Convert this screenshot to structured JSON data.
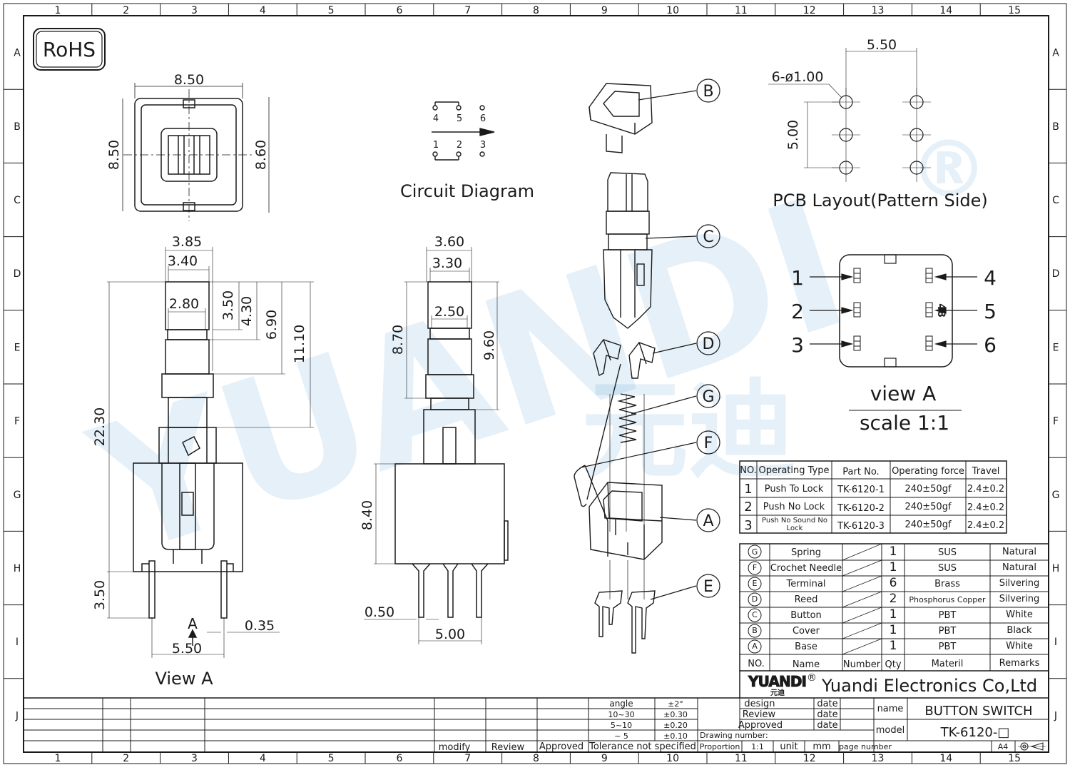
{
  "zones": {
    "columns": [
      "1",
      "2",
      "3",
      "4",
      "5",
      "6",
      "7",
      "8",
      "9",
      "10",
      "11",
      "12",
      "13",
      "14",
      "15"
    ],
    "rows": [
      "A",
      "B",
      "C",
      "D",
      "E",
      "F",
      "G",
      "H",
      "I",
      "J"
    ]
  },
  "rohs": "RoHS",
  "watermark": {
    "latin": "YUANDI",
    "cjk": "元迪",
    "reg": "®"
  },
  "top_view": {
    "width": "8.50",
    "height_left": "8.50",
    "height_right": "8.60"
  },
  "circuit": {
    "title": "Circuit Diagram",
    "pins_top": [
      "4",
      "5",
      "6"
    ],
    "pins_bottom": [
      "1",
      "2",
      "3"
    ]
  },
  "pcb": {
    "title": "PCB Layout(Pattern  Side)",
    "pitch_x": "5.50",
    "pitch_y": "5.00",
    "holes": "6-ø1.00",
    "pins_left": [
      "1",
      "2",
      "3"
    ],
    "pins_right": [
      "4",
      "5",
      "6"
    ],
    "mark": "48",
    "view_label": "view  A",
    "scale_label": "scale  1:1"
  },
  "front_view": {
    "dims": [
      "3.85",
      "3.40",
      "2.80",
      "3.50",
      "4.30",
      "6.90",
      "11.10",
      "22.30",
      "3.50",
      "5.50",
      "0.35"
    ],
    "view_arrow": "A",
    "label": "View  A"
  },
  "side_view": {
    "dims": [
      "3.60",
      "3.30",
      "2.50",
      "8.70",
      "9.60",
      "8.40",
      "0.50",
      "5.00"
    ]
  },
  "callouts": [
    "B",
    "C",
    "D",
    "G",
    "F",
    "A",
    "E"
  ],
  "spec_table": {
    "headers": [
      "NO.",
      "Operating Type",
      "Part No.",
      "Operating force",
      "Travel"
    ],
    "rows": [
      [
        "1",
        "Push To Lock",
        "TK-6120-1",
        "240±50gf",
        "2.4±0.2"
      ],
      [
        "2",
        "Push No Lock",
        "TK-6120-2",
        "240±50gf",
        "2.4±0.2"
      ],
      [
        "3",
        "Push No Sound No Lock",
        "TK-6120-3",
        "240±50gf",
        "2.4±0.2"
      ]
    ]
  },
  "bom": {
    "rows": [
      [
        "G",
        "Spring",
        "1",
        "SUS",
        "Natural"
      ],
      [
        "F",
        "Crochet Needle",
        "1",
        "SUS",
        "Natural"
      ],
      [
        "E",
        "Terminal",
        "6",
        "Brass",
        "Silvering"
      ],
      [
        "D",
        "Reed",
        "2",
        "Phosphorus Copper",
        "Silvering"
      ],
      [
        "C",
        "Button",
        "1",
        "PBT",
        "White"
      ],
      [
        "B",
        "Cover",
        "1",
        "PBT",
        "Black"
      ],
      [
        "A",
        "Base",
        "1",
        "PBT",
        "White"
      ]
    ],
    "headers": [
      "NO.",
      "Name",
      "Number",
      "Qty",
      "Materil",
      "Remarks"
    ]
  },
  "title_block": {
    "company": "Yuandi Electronics Co,Ltd",
    "logo": "YUANDI",
    "logo_cjk": "元迪",
    "logo_reg": "®",
    "design": "design",
    "review": "Review",
    "approved": "Approved",
    "date": "date",
    "name_label": "name",
    "name_value": "BUTTON  SWITCH",
    "model_label": "model",
    "model_value": "TK-6120-□",
    "drawing_number": "Drawing number:",
    "proportion": "Proportion",
    "proportion_value": "1:1",
    "unit": "unit",
    "unit_value": "mm",
    "page_number": "page number",
    "sheet_size": "A4",
    "tolerance": "Tolerance  not  specified",
    "tol_rows": [
      [
        "angle",
        "±2°"
      ],
      [
        "10~30",
        "±0.30"
      ],
      [
        "5~10",
        "±0.20"
      ],
      [
        "~ 5",
        "±0.10"
      ]
    ],
    "revision": [
      "modify",
      "Review",
      "Approved"
    ]
  }
}
